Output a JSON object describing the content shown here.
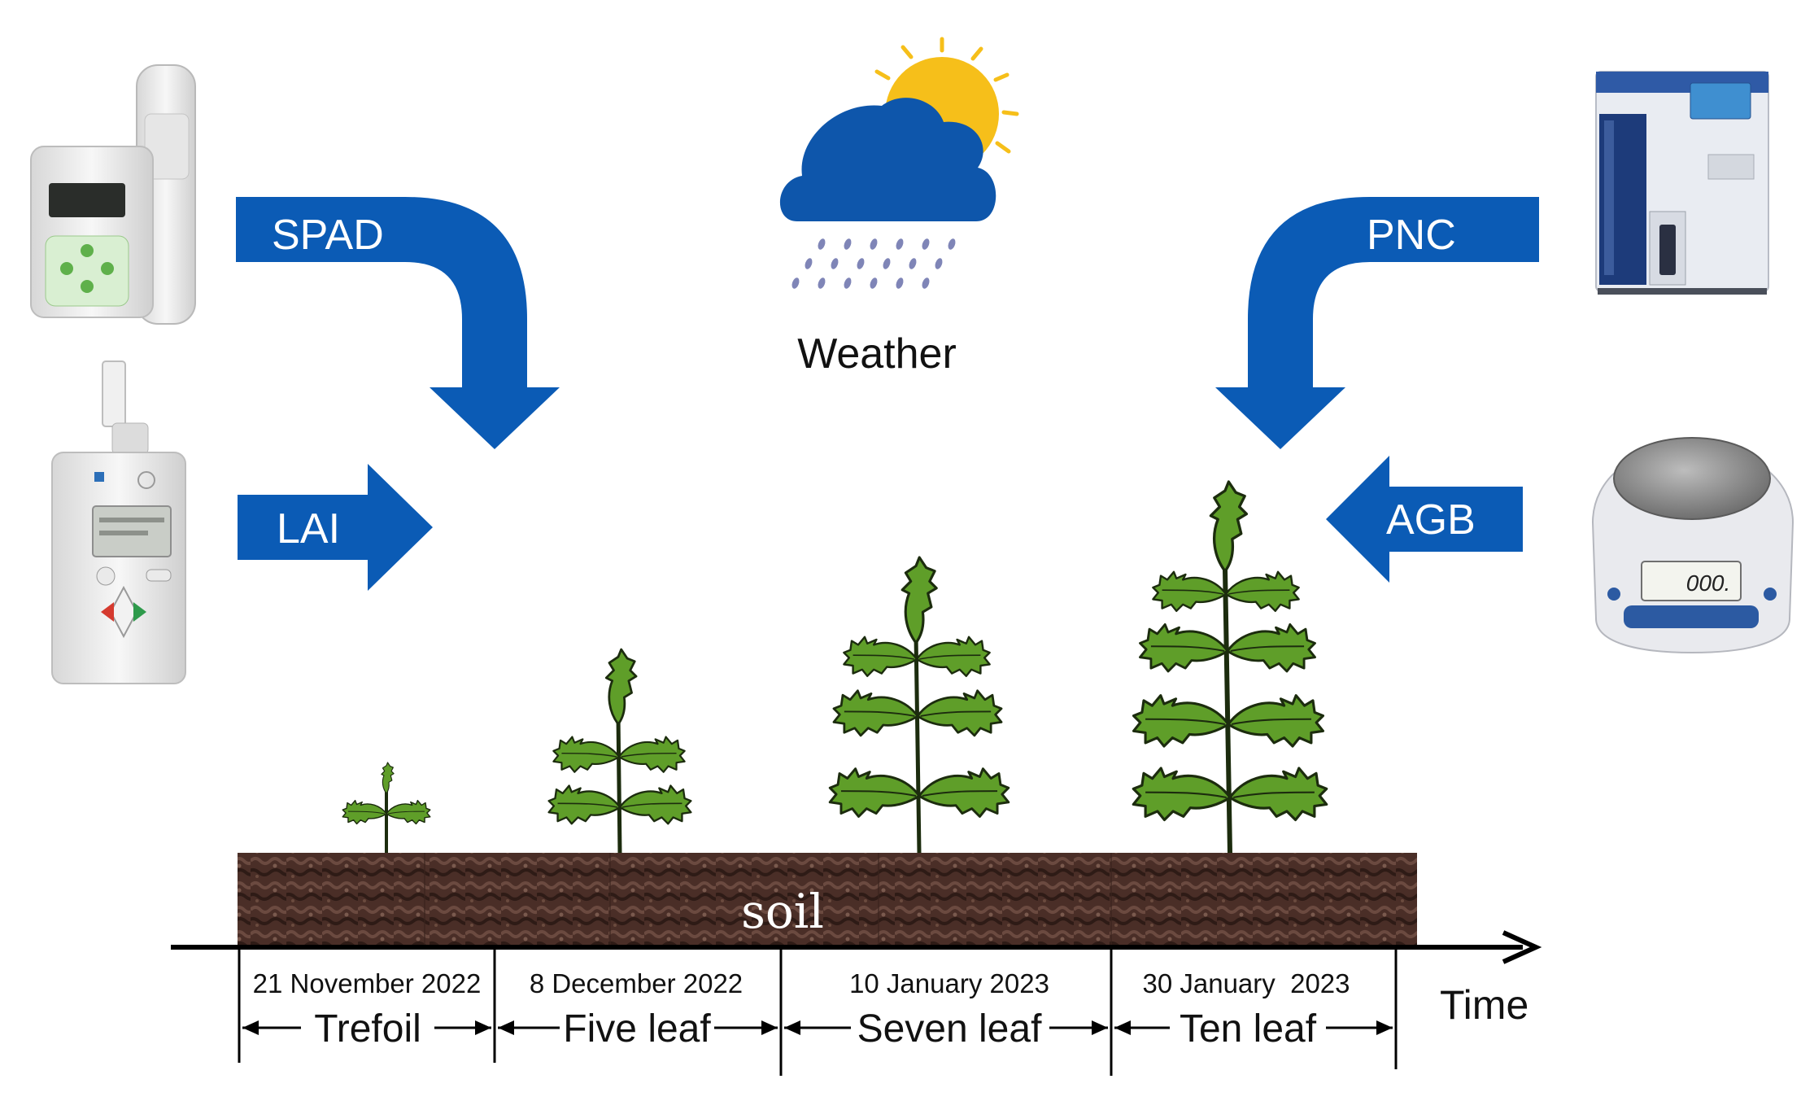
{
  "labels": {
    "spad": "SPAD",
    "lai": "LAI",
    "pnc": "PNC",
    "agb": "AGB",
    "weather": "Weather",
    "soil": "soil",
    "time": "Time"
  },
  "scale_display": "000.",
  "timeline": [
    {
      "date": "21 November 2022",
      "stage": "Trefoil"
    },
    {
      "date": "8 December 2022",
      "stage": "Five leaf"
    },
    {
      "date": "10 January 2023",
      "stage": "Seven leaf"
    },
    {
      "date": "30 January  2023",
      "stage": "Ten leaf"
    }
  ],
  "colors": {
    "arrow": "#0b5bb5",
    "cloud": "#0e56ab",
    "sun": "#f6bf1a",
    "rain": "#7f85b7",
    "leaf": "#5f9e29",
    "leaf_edge": "#1c2c0e",
    "soil": "#4a2e27"
  },
  "icons": [
    "spad-meter-icon",
    "lai-meter-icon",
    "nitrogen-analyzer-icon",
    "scale-icon",
    "weather-icon"
  ]
}
